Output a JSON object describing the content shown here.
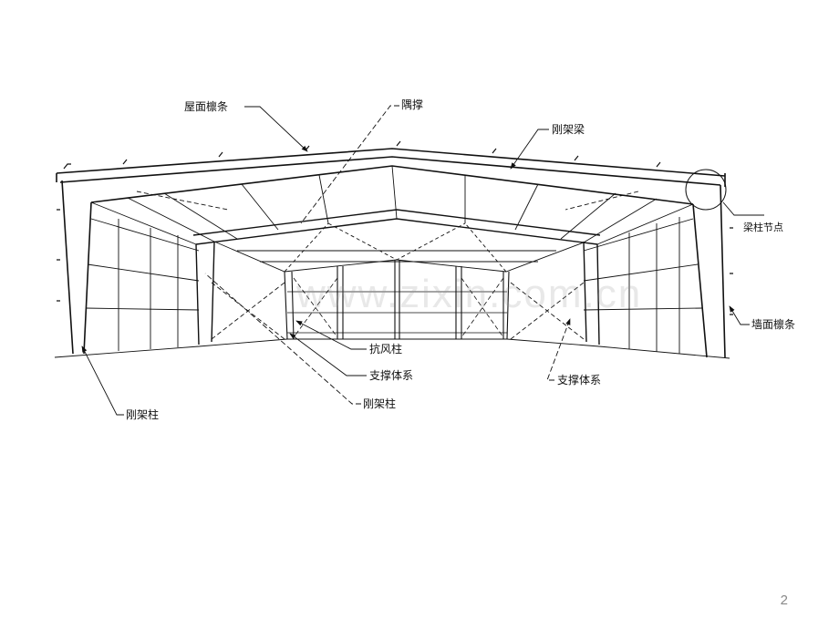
{
  "labels": {
    "roof_purlin": "屋面檩条",
    "knee_brace": "隅撑",
    "frame_beam": "刚架梁",
    "beam_column_joint": "梁柱节点",
    "wall_purlin": "墙面檩条",
    "wind_column": "抗风柱",
    "bracing_system_left": "支撑体系",
    "bracing_system_right": "支撑体系",
    "frame_column_center": "刚架柱",
    "frame_column_left": "刚架柱"
  },
  "watermark": "www.zixin.com.cn",
  "page_number": "2"
}
